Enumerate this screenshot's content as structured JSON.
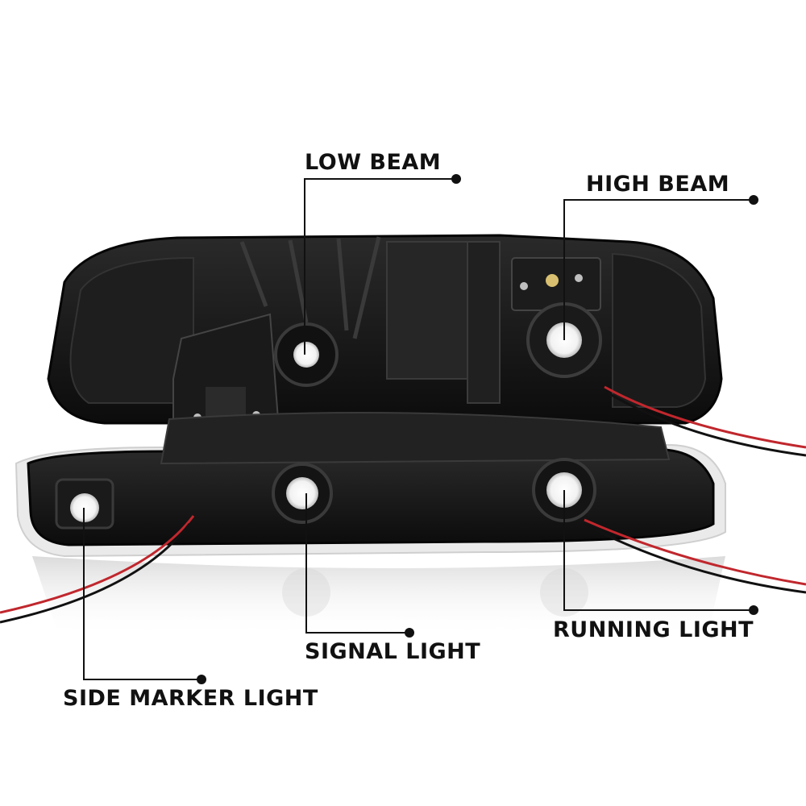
{
  "callouts": {
    "low_beam": "LOW BEAM",
    "high_beam": "HIGH BEAM",
    "signal_light": "SIGNAL LIGHT",
    "running_light": "RUNNING LIGHT",
    "side_marker_light": "SIDE MARKER LIGHT"
  },
  "colors": {
    "housing": "#141414",
    "leader_line": "#111111",
    "wire_red": "#c0272d",
    "label_text": "#111111"
  }
}
